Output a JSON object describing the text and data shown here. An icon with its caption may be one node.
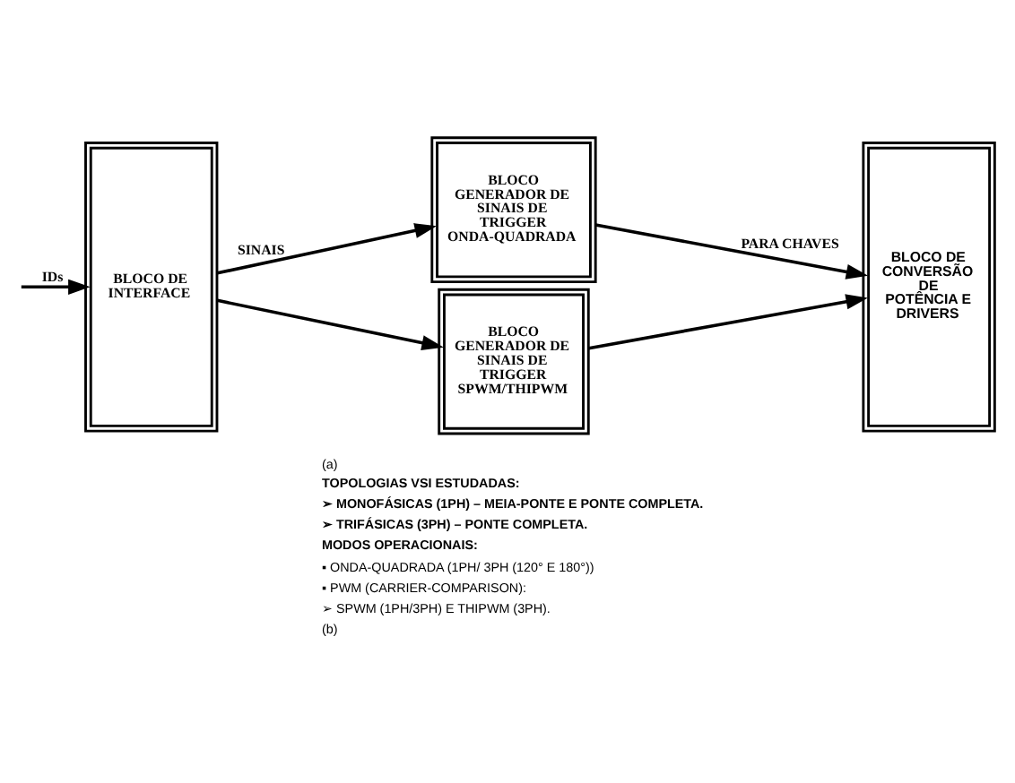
{
  "diagram": {
    "nodes": [
      {
        "text": [
          "BLOCO DE INTERFACE"
        ]
      },
      {
        "text": [
          "BLOCO GENERADOR DE SINAIS DE TRIGGER ONDA-QUADRADA"
        ]
      },
      {
        "text": [
          "BLOCO GENERADOR DE SINAIS DE TRIGGER SPWM/THIPWM"
        ]
      },
      {
        "text": [
          "BLOCO DE CONVERSÃO DE POTÊNCIA E DRIVERS"
        ]
      }
    ],
    "edges": [
      {
        "from": null,
        "to": 0,
        "arrow": "to",
        "label": "IDs"
      },
      {
        "from": 0,
        "to": 1,
        "arrow": "to",
        "label": "SINAIS"
      },
      {
        "from": 0,
        "to": 2,
        "arrow": "to"
      },
      {
        "from": 1,
        "to": 3,
        "arrow": "to",
        "label": "PARA CHAVES"
      },
      {
        "from": 2,
        "to": 3,
        "arrow": "to"
      }
    ],
    "labels": [
      "(a)",
      "TOPOLOGIAS VSI ESTUDADAS:",
      "➢ MONOFÁSICAS (1PH) – MEIA-PONTE E PONTE COMPLETA.",
      "➢ TRIFÁSICAS (3PH) – PONTE COMPLETA.",
      "MODOS OPERACIONAIS:",
      "▪ ONDA-QUADRADA (1PH/ 3PH (120° E 180°))",
      "▪ PWM (CARRIER-COMPARISON):",
      "➢ SPWM (1PH/3PH) E THIPWM (3PH).",
      "(b)"
    ]
  }
}
